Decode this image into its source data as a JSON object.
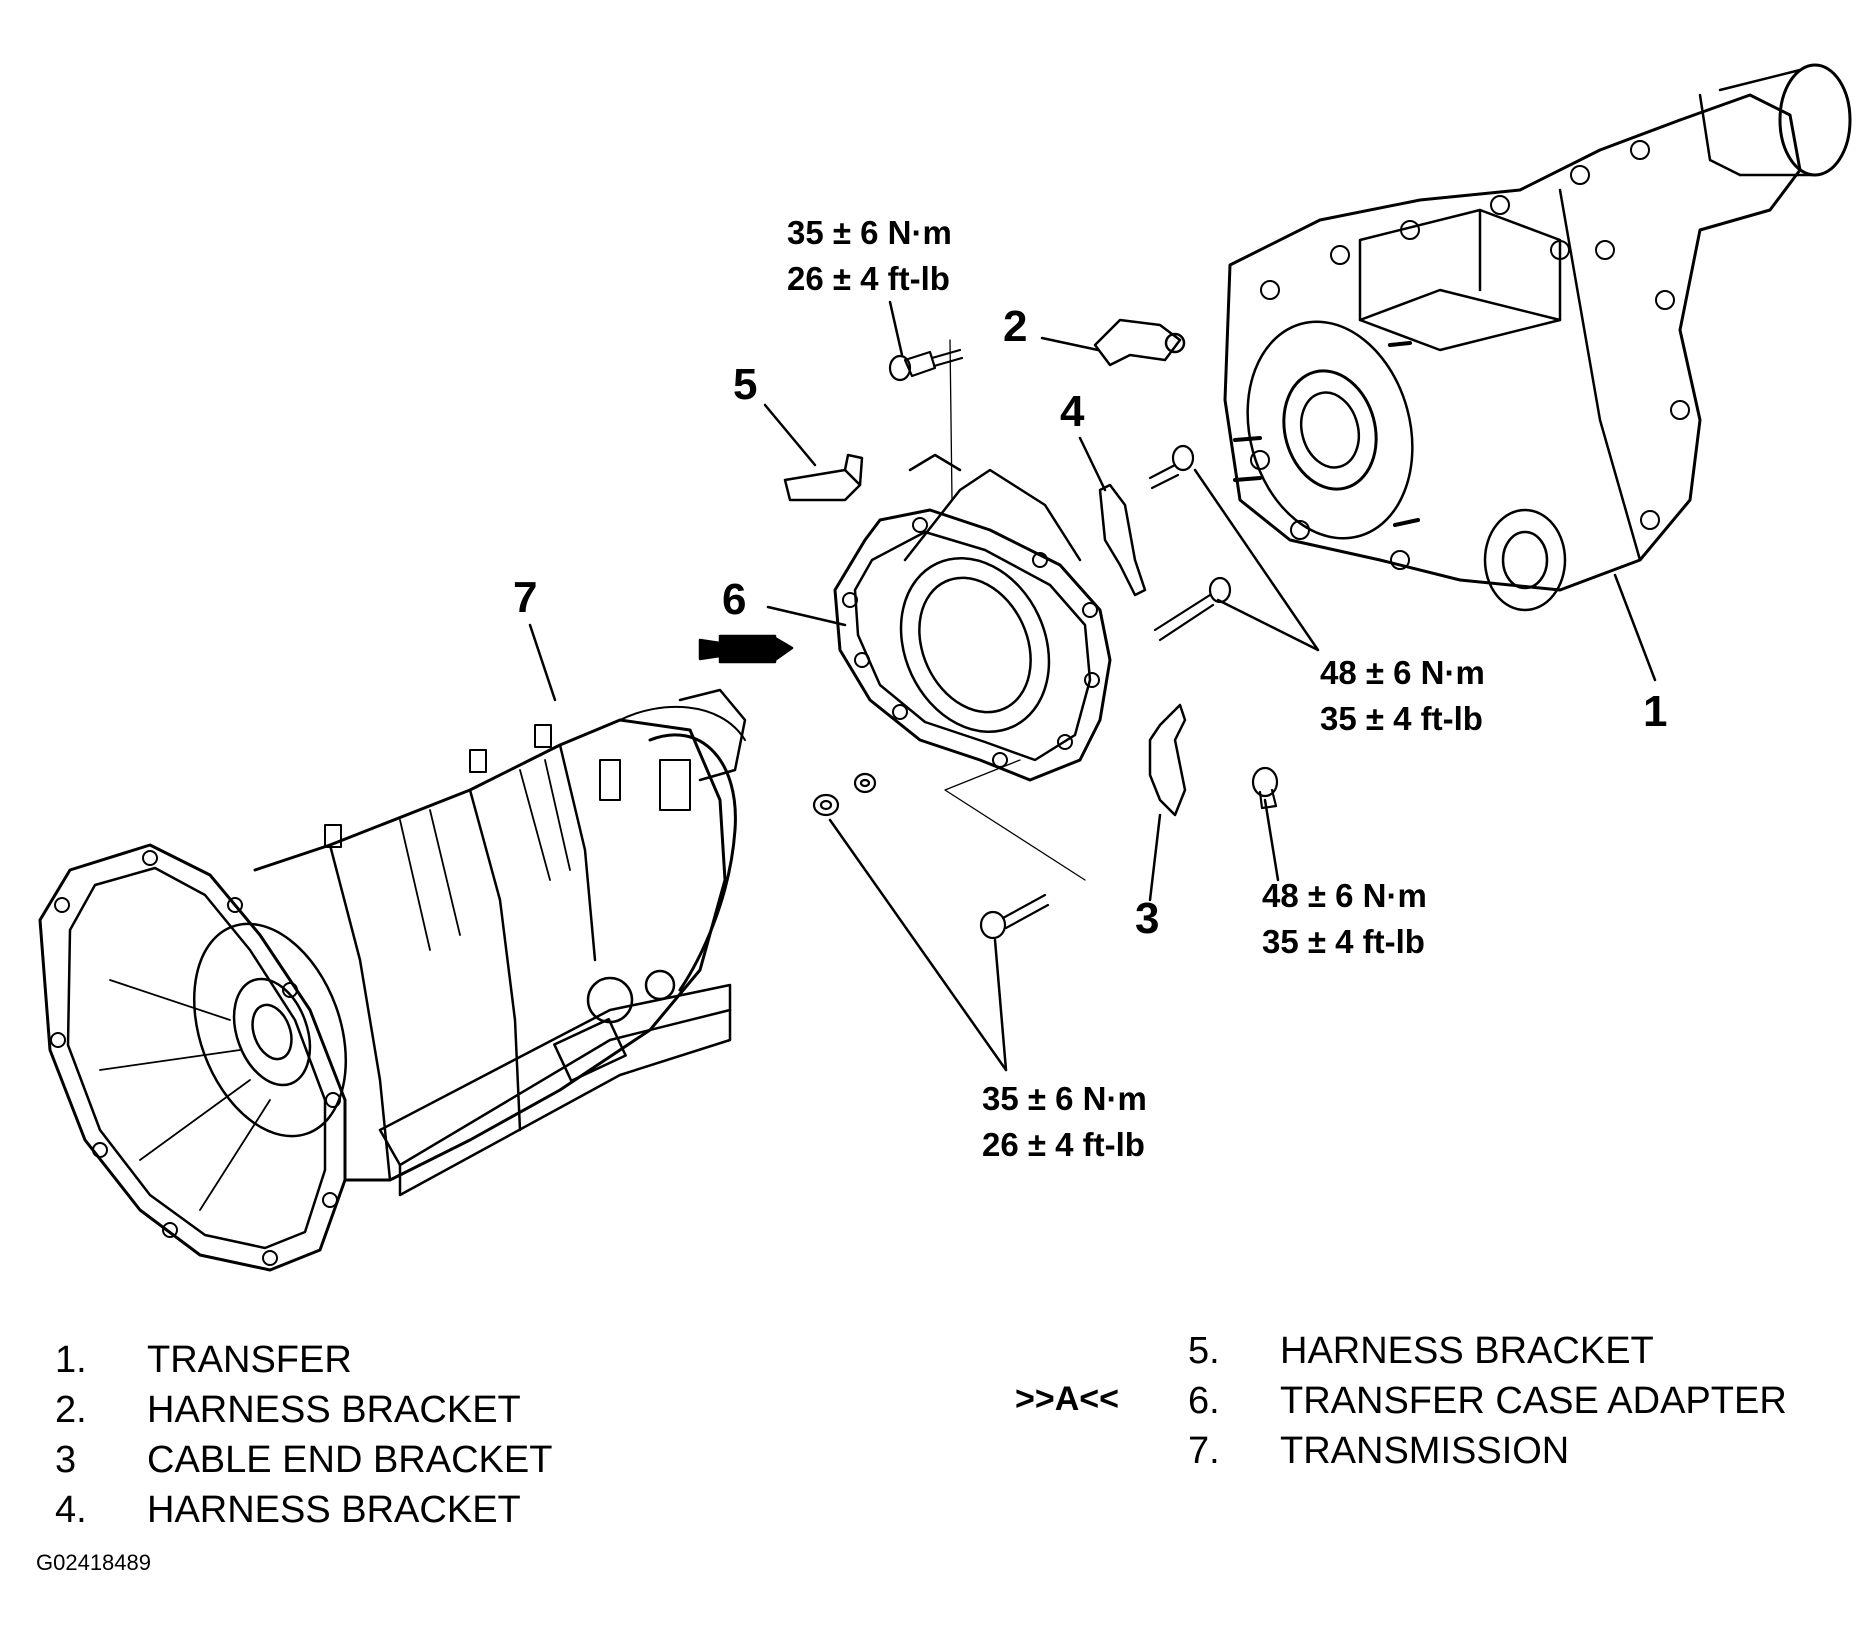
{
  "callouts": {
    "c1": "1",
    "c2": "2",
    "c3": "3",
    "c4": "4",
    "c5": "5",
    "c6": "6",
    "c7": "7"
  },
  "torque_specs": [
    {
      "nm": "35 ± 6 N·m",
      "ftlb": "26 ± 4 ft-lb"
    },
    {
      "nm": "48 ± 6 N·m",
      "ftlb": "35 ± 4 ft-lb"
    },
    {
      "nm": "48 ± 6 N·m",
      "ftlb": "35 ± 4 ft-lb"
    },
    {
      "nm": "35 ± 6 N·m",
      "ftlb": "26 ± 4 ft-lb"
    }
  ],
  "legend_left": [
    {
      "num": "1.",
      "label": "TRANSFER"
    },
    {
      "num": "2.",
      "label": "HARNESS BRACKET"
    },
    {
      "num": "3",
      "label": "CABLE END BRACKET"
    },
    {
      "num": "4.",
      "label": "HARNESS BRACKET"
    }
  ],
  "legend_right": [
    {
      "num": "5.",
      "label": "HARNESS BRACKET"
    },
    {
      "num": "6.",
      "label": "TRANSFER CASE ADAPTER"
    },
    {
      "num": "7.",
      "label": "TRANSMISSION"
    }
  ],
  "procedure_note": ">>A<<",
  "figure_id": "G02418489"
}
